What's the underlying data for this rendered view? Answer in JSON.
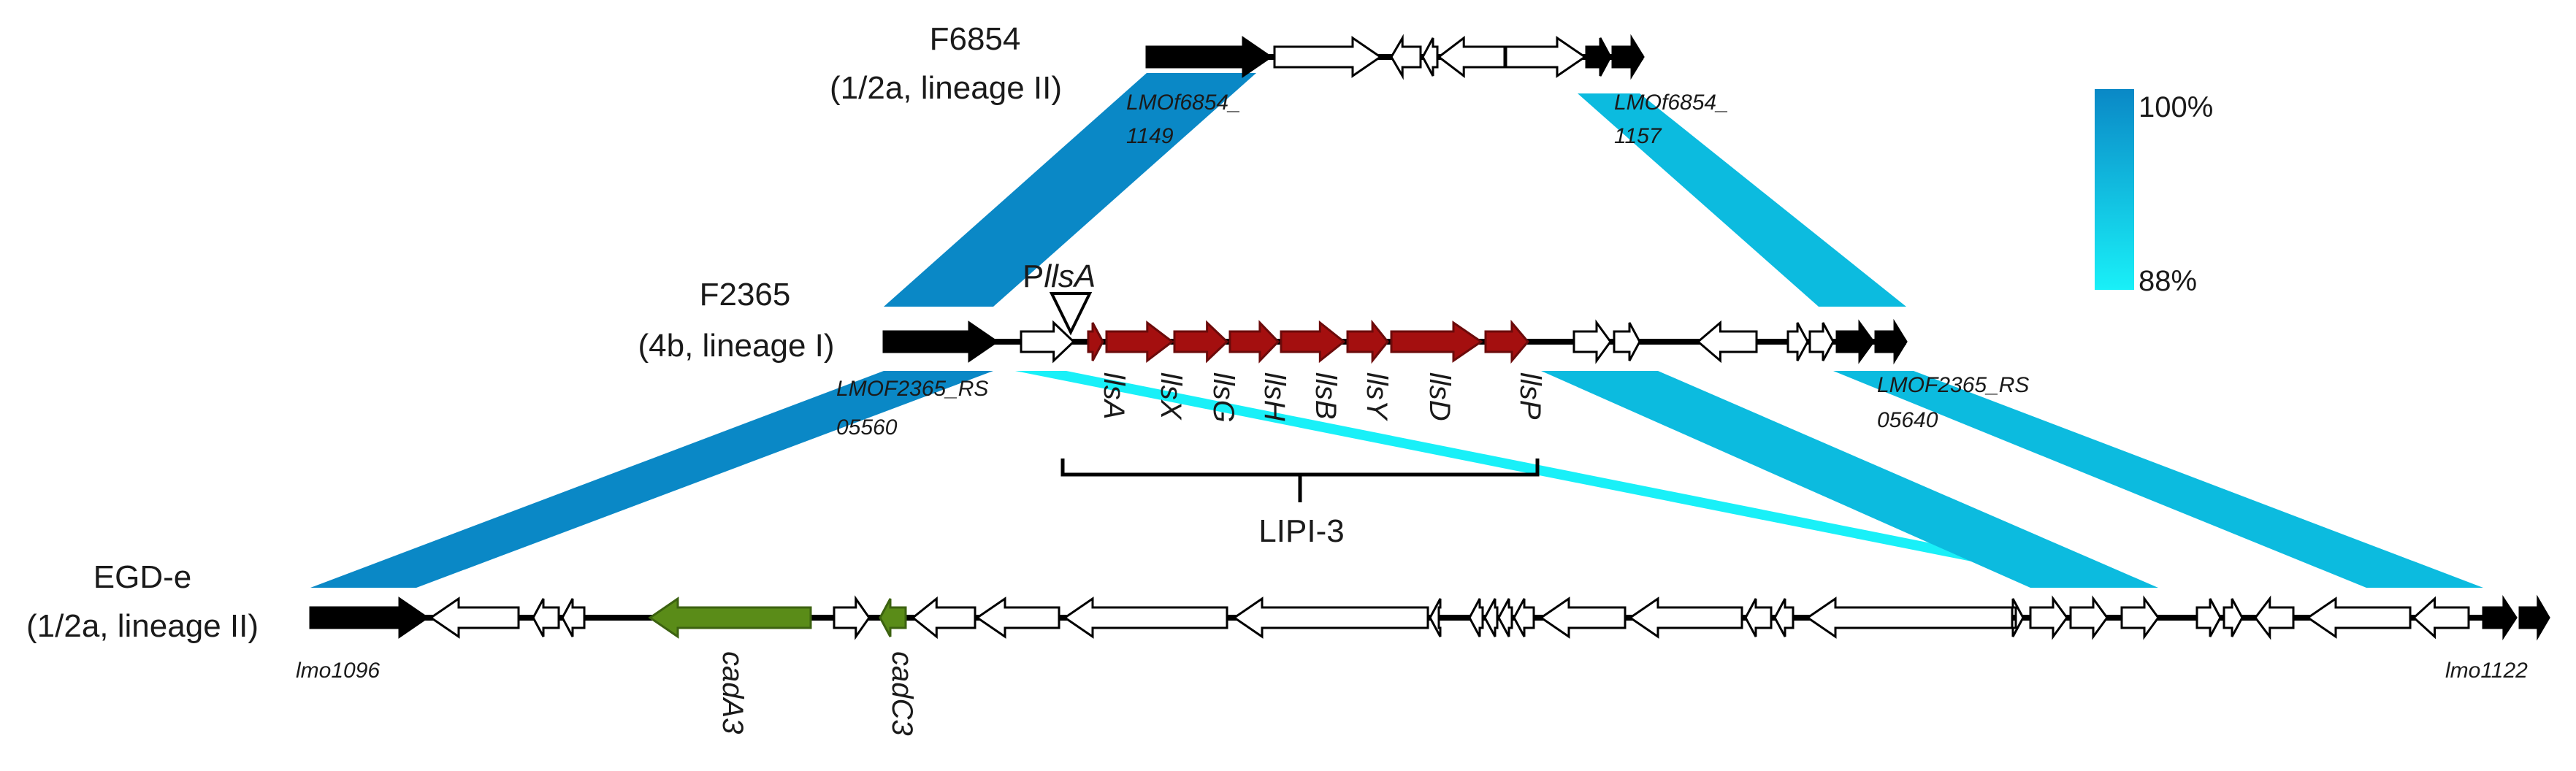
{
  "genomes": [
    {
      "id": "f6854",
      "name": "F6854",
      "serotype": "(1/2a, lineage II)",
      "locus_start": "LMOf6854_",
      "locus_start_num": "1149",
      "locus_end": "LMOf6854_",
      "locus_end_num": "1157"
    },
    {
      "id": "f2365",
      "name": "F2365",
      "serotype": "(4b, lineage I)",
      "locus_start": "LMOF2365_RS",
      "locus_start_num": "05560",
      "locus_end": "LMOF2365_RS",
      "locus_end_num": "05640"
    },
    {
      "id": "egde",
      "name": "EGD-e",
      "serotype": "(1/2a, lineage II)",
      "locus_start": "lmo1096",
      "locus_end": "lmo1122"
    }
  ],
  "f2365_genes": [
    "llsA",
    "llsX",
    "llsG",
    "llsH",
    "llsB",
    "llsY",
    "llsD",
    "llsP"
  ],
  "egde_genes": [
    "cadA3",
    "cadC3"
  ],
  "promoter": {
    "prefix": "P",
    "gene": "llsA"
  },
  "island": "LIPI-3",
  "identity_scale": {
    "max": "100%",
    "min": "88%",
    "max_value": 100,
    "min_value": 88
  },
  "colors": {
    "flanking_gene": "#000000",
    "other_gene": "#ffffff",
    "lipi3_gene": "#a40f0f",
    "cadmium_gene": "#5a8c18",
    "identity_high": "#0a88c6",
    "identity_low": "#19f0f8"
  }
}
